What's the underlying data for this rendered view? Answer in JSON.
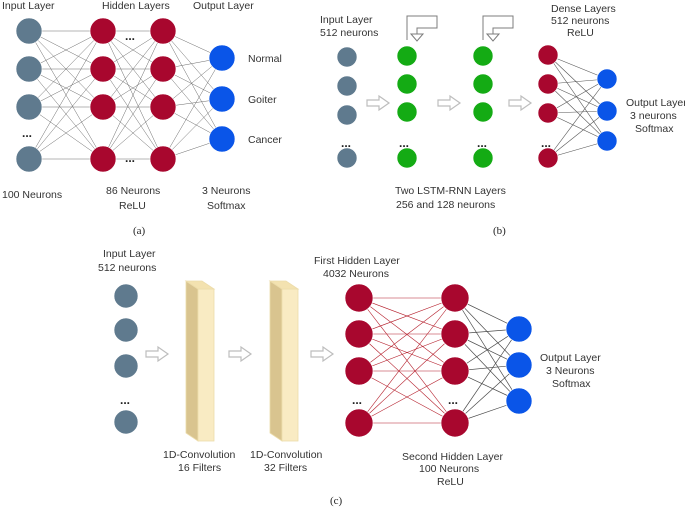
{
  "colors": {
    "input": "#5f7a8e",
    "hidden": "#a8072e",
    "lstm": "#14ab14",
    "output": "#0a55e8",
    "edge_gray": "#555555",
    "edge_red": "#b51f2c",
    "conv_fill": "#f9ebc3",
    "conv_edge": "#d9c48f",
    "arrow": "#bdbdbd"
  },
  "panel_a": {
    "input_title": "Input Layer",
    "hidden_title": "Hidden Layers",
    "output_title": "Output Layer",
    "outputs": [
      "Normal",
      "Goiter",
      "Cancer"
    ],
    "input_caption": "100 Neurons",
    "hidden_caption_1": "86 Neurons",
    "hidden_caption_2": "ReLU",
    "output_caption_1": "3 Neurons",
    "output_caption_2": "Softmax",
    "ellipsis": "...",
    "caption": "(a)"
  },
  "panel_b": {
    "input_title_1": "Input Layer",
    "input_title_2": "512 neurons",
    "dense_title_1": "Dense Layers",
    "dense_title_2": "512 neurons",
    "dense_title_3": "ReLU",
    "lstm_caption_1": "Two LSTM-RNN Layers",
    "lstm_caption_2": "256 and 128 neurons",
    "output_1": "Output Layer",
    "output_2": "3 neurons",
    "output_3": "Softmax",
    "ellipsis": "...",
    "caption": "(b)"
  },
  "panel_c": {
    "input_title_1": "Input Layer",
    "input_title_2": "512 neurons",
    "first_hidden_1": "First Hidden Layer",
    "first_hidden_2": "4032 Neurons",
    "conv1_1": "1D-Convolution",
    "conv1_2": "16 Filters",
    "conv2_1": "1D-Convolution",
    "conv2_2": "32 Filters",
    "second_hidden_1": "Second Hidden Layer",
    "second_hidden_2": "100 Neurons",
    "second_hidden_3": "ReLU",
    "output_1": "Output Layer",
    "output_2": "3 Neurons",
    "output_3": "Softmax",
    "ellipsis": "...",
    "caption": "(c)"
  }
}
